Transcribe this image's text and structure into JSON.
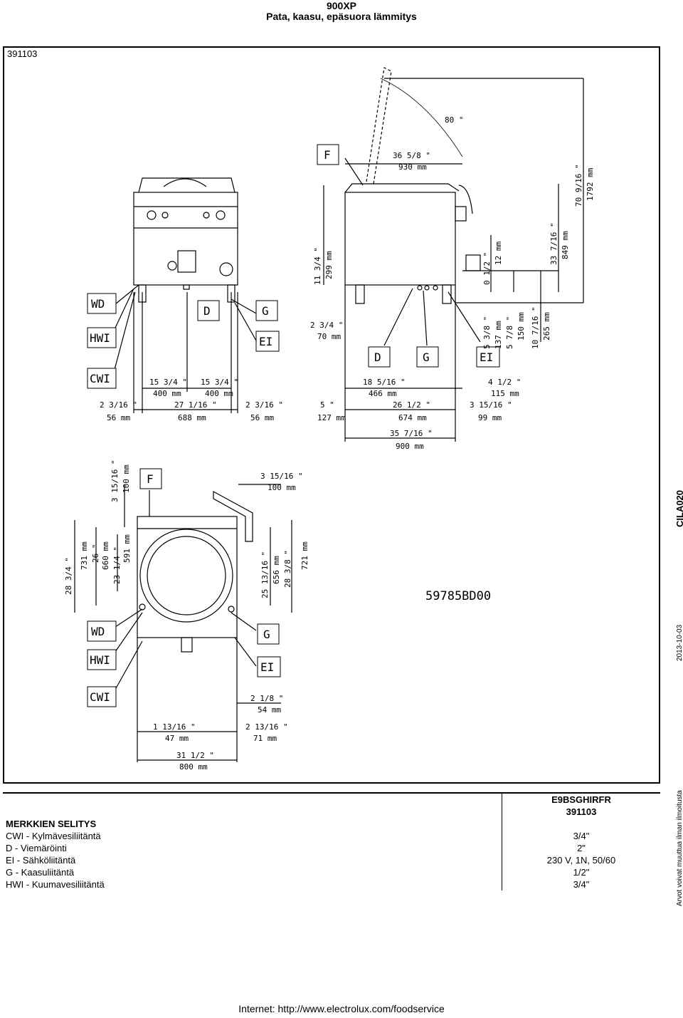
{
  "header": {
    "title": "900XP",
    "subtitle": "Pata, kaasu, epäsuora lämmitys"
  },
  "code": "391103",
  "side": {
    "drawing_code": "CILA020",
    "date": "2013-10-03",
    "note": "Arvot voivat muuttua ilman ilmoitusta"
  },
  "drawing_id": "59785BD00",
  "connection_labels": [
    "WD",
    "HWI",
    "CWI",
    "D",
    "G",
    "EI",
    "F"
  ],
  "front_dims": {
    "d1": "15 3/4 \"",
    "d1mm": "400 mm",
    "d2": "15 3/4 \"",
    "d2mm": "400 mm",
    "l": "2 3/16 \"",
    "lmm": "56 mm",
    "m": "27 1/16 \"",
    "mmm": "688 mm",
    "r": "2 3/16 \"",
    "rmm": "56 mm"
  },
  "side_dims": {
    "top": "36 5/8 \"",
    "topmm": "930 mm",
    "angle": "80 °",
    "h1": "11 3/4 \"",
    "h1mm": "299 mm",
    "a": "2 3/4 \"",
    "amm": "70 mm",
    "b": "18 5/16 \"",
    "bmm": "466 mm",
    "c": "4 1/2 \"",
    "cmm": "115 mm",
    "e": "5 \"",
    "emm": "127 mm",
    "f": "26 1/2 \"",
    "fmm": "674 mm",
    "g": "3 15/16 \"",
    "gmm": "99 mm",
    "tot": "35 7/16 \"",
    "totmm": "900 mm",
    "v1": "0 1/2 \"",
    "v1mm": "12 mm",
    "v2": "5 3/8 \"",
    "v2mm": "137 mm",
    "v3": "5 7/8 \"",
    "v3mm": "150 mm",
    "v4": "10 7/16 \"",
    "v4mm": "265 mm",
    "v5": "33 7/16 \"",
    "v5mm": "849 mm",
    "v6": "70 9/16 \"",
    "v6mm": "1792 mm"
  },
  "top_dims": {
    "t1": "3 15/16 \"",
    "t1mm": "100 mm",
    "t2": "3 15/16 \"",
    "t2mm": "100 mm",
    "y1": "28 3/4 \"",
    "y1mm": "731 mm",
    "y2": "26 \"",
    "y2mm": "660 mm",
    "y3": "23 1/4 \"",
    "y3mm": "591 mm",
    "y4": "25 13/16 \"",
    "y4mm": "656 mm",
    "y5": "28 3/8 \"",
    "y5mm": "721 mm",
    "b1": "2 1/8 \"",
    "b1mm": "54 mm",
    "b2": "1 13/16 \"",
    "b2mm": "47 mm",
    "b3": "2 13/16 \"",
    "b3mm": "71 mm",
    "b4": "31 1/2 \"",
    "b4mm": "800 mm"
  },
  "legend": {
    "model": "E9BSGHIRFR",
    "model_code": "391103",
    "heading": "MERKKIEN SELITYS",
    "rows": [
      {
        "label": "CWI - Kylmävesiliitäntä",
        "value": "3/4\""
      },
      {
        "label": "D - Viemäröinti",
        "value": "2\""
      },
      {
        "label": "EI - Sähköliitäntä",
        "value": "230 V, 1N, 50/60"
      },
      {
        "label": "G - Kaasuliitäntä",
        "value": "1/2\""
      },
      {
        "label": "HWI - Kuumavesiliitäntä",
        "value": "3/4\""
      }
    ]
  },
  "footer": "Internet: http://www.electrolux.com/foodservice"
}
